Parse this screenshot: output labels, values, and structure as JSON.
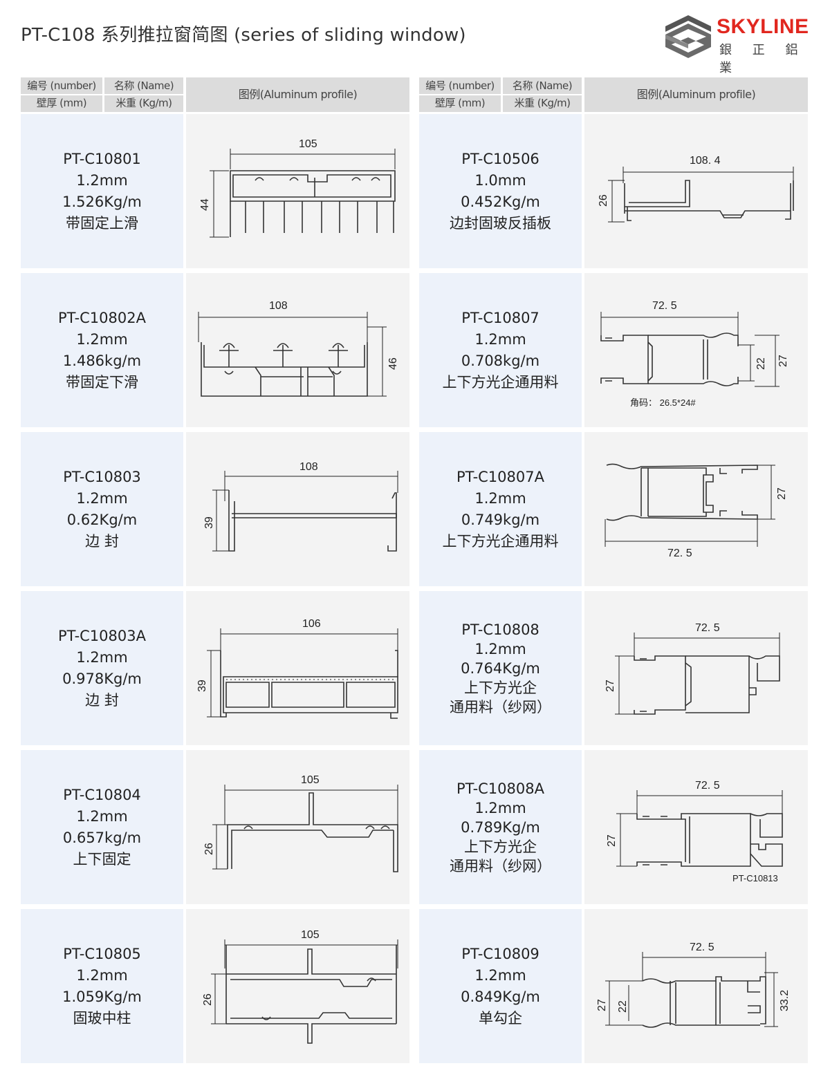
{
  "header": {
    "title": "PT-C108 系列推拉窗简图 (series of  sliding  window)",
    "brand": "SKYLINE",
    "brand_cn": "銀 正 鋁 業"
  },
  "table_header": {
    "number_label": "编号 (number)",
    "name_label": "名称 (Name)",
    "thickness_label": "壁厚 (mm)",
    "weight_label": "米重 (Kg/m)",
    "figure_label": "图例(Aluminum profile)"
  },
  "left_rows": [
    {
      "code": "PT-C10801",
      "thickness": "1.2mm",
      "weight": "1.526Kg/m",
      "name": "带固定上滑",
      "dims": [
        "105",
        "44"
      ]
    },
    {
      "code": "PT-C10802A",
      "thickness": "1.2mm",
      "weight": "1.486kg/m",
      "name": "带固定下滑",
      "dims": [
        "108",
        "46"
      ]
    },
    {
      "code": "PT-C10803",
      "thickness": "1.2mm",
      "weight": "0.62Kg/m",
      "name": "边 封",
      "dims": [
        "108",
        "39"
      ]
    },
    {
      "code": "PT-C10803A",
      "thickness": "1.2mm",
      "weight": "0.978Kg/m",
      "name": "边 封",
      "dims": [
        "106",
        "39"
      ]
    },
    {
      "code": "PT-C10804",
      "thickness": "1.2mm",
      "weight": "0.657kg/m",
      "name": "上下固定",
      "dims": [
        "105",
        "26"
      ]
    },
    {
      "code": "PT-C10805",
      "thickness": "1.2mm",
      "weight": "1.059Kg/m",
      "name": "固玻中柱",
      "dims": [
        "105",
        "26"
      ]
    }
  ],
  "right_rows": [
    {
      "code": "PT-C10506",
      "thickness": "1.0mm",
      "weight": "0.452Kg/m",
      "name": "边封固玻反插板",
      "dims": [
        "108. 4",
        "26"
      ]
    },
    {
      "code": "PT-C10807",
      "thickness": "1.2mm",
      "weight": "0.708kg/m",
      "name": "上下方光企通用料",
      "dims": [
        "72. 5",
        "22",
        "27"
      ],
      "note": "角码： 26.5*24#"
    },
    {
      "code": "PT-C10807A",
      "thickness": "1.2mm",
      "weight": "0.749kg/m",
      "name": "上下方光企通用料",
      "dims": [
        "27",
        "72. 5"
      ]
    },
    {
      "code": "PT-C10808",
      "thickness": "1.2mm",
      "weight": "0.764Kg/m",
      "name": "上下方光企",
      "name2": "通用料（纱网）",
      "dims": [
        "72. 5",
        "27"
      ]
    },
    {
      "code": "PT-C10808A",
      "thickness": "1.2mm",
      "weight": "0.789Kg/m",
      "name": "上下方光企",
      "name2": "通用料（纱网）",
      "dims": [
        "72. 5",
        "27"
      ],
      "note": "PT-C10813"
    },
    {
      "code": "PT-C10809",
      "thickness": "1.2mm",
      "weight": "0.849Kg/m",
      "name": "单勾企",
      "dims": [
        "72. 5",
        "27",
        "22",
        "33.2"
      ]
    }
  ],
  "colors": {
    "info_bg": "#edf2fa",
    "drawing_bg": "#f3f3f3",
    "header_bg": "#dcdcdc",
    "brand_red": "#e1271f"
  }
}
